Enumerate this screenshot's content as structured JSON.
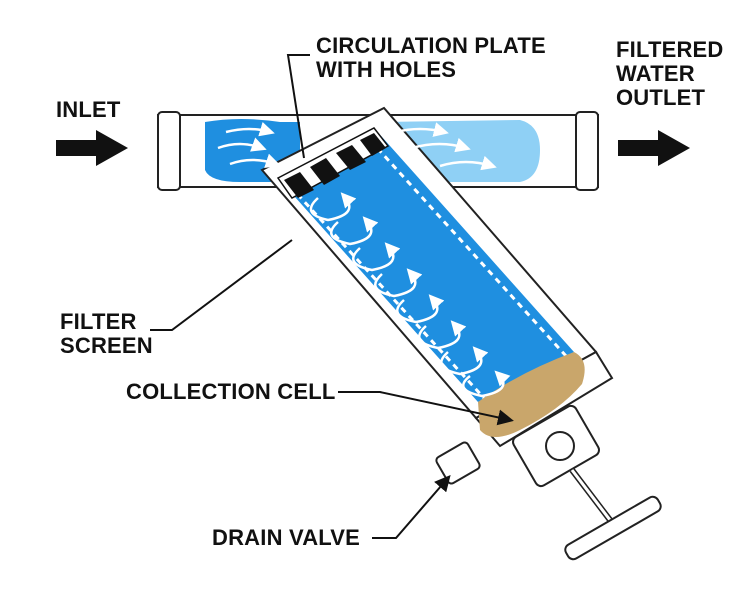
{
  "labels": {
    "inlet": "INLET",
    "circulation_plate": [
      "CIRCULATION PLATE",
      "WITH HOLES"
    ],
    "filtered_outlet": [
      "FILTERED",
      "WATER",
      "OUTLET"
    ],
    "filter_screen": [
      "FILTER",
      "SCREEN"
    ],
    "collection_cell": "COLLECTION CELL",
    "drain_valve": "DRAIN VALVE"
  },
  "colors": {
    "water": "#1f8fe0",
    "water_light": "#8fd0f5",
    "pipe": "#ffffff",
    "outline": "#222222",
    "sediment": "#c9a66b",
    "screen_dash": "#ffffff",
    "plate_black": "#111111"
  },
  "icons": [
    "arrow-right-icon",
    "flow-arrow-icon",
    "swirl-arrow-icon"
  ]
}
